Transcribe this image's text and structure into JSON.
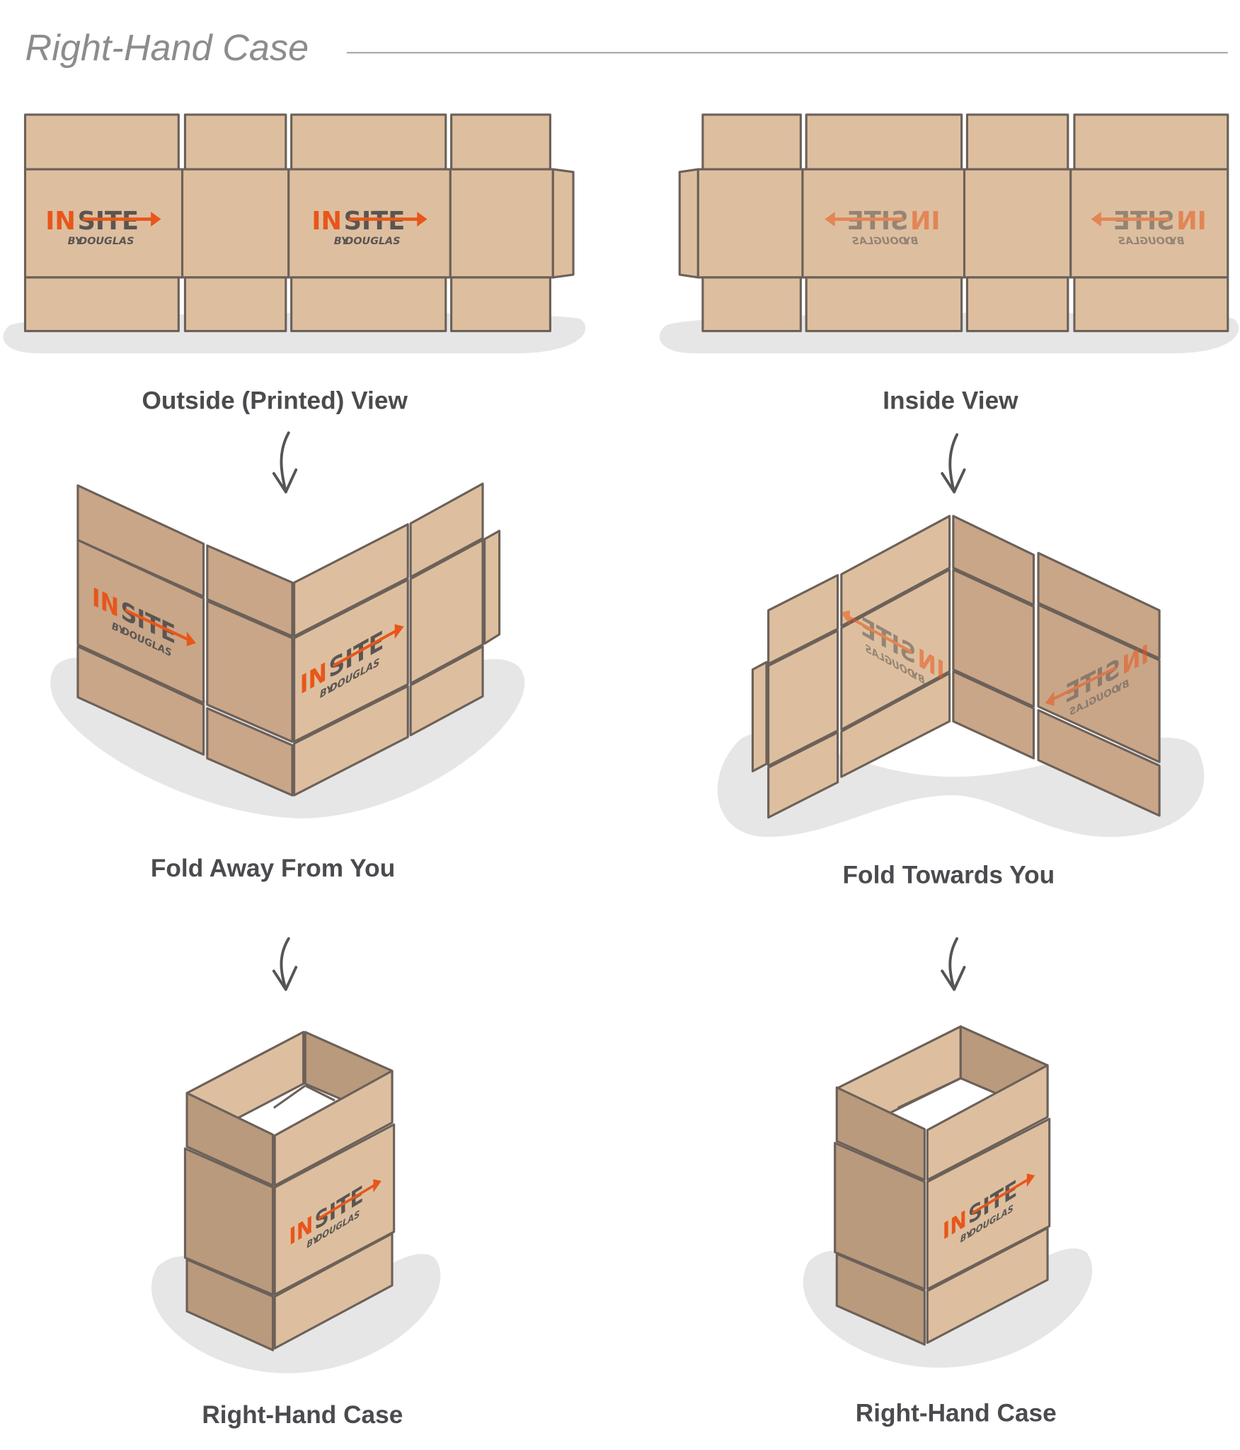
{
  "header": {
    "title": "Right-Hand Case"
  },
  "labels": {
    "outside_view": "Outside (Printed) View",
    "inside_view": "Inside View",
    "fold_away": "Fold Away From You",
    "fold_towards": "Fold Towards You",
    "result_left": "Right-Hand Case",
    "result_right": "Right-Hand Case"
  },
  "logo": {
    "brand_a": "IN",
    "brand_b": "SITE",
    "byline_small": "BY",
    "byline": "DOUGLAS"
  },
  "colors": {
    "logo_orange": "#e8561a",
    "logo_gray": "#5a5552",
    "cardboard_light": "#ddbf9f",
    "cardboard_dark": "#c9a688",
    "outline": "#6c6159",
    "shadow": "#e6e6e6"
  }
}
